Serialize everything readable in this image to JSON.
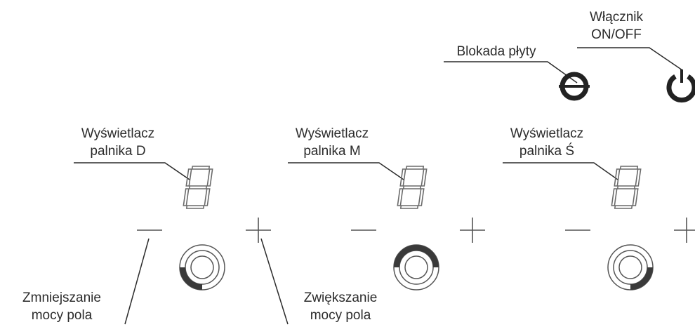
{
  "labels": {
    "power_switch": {
      "line1": "Włącznik",
      "line2": "ON/OFF"
    },
    "lock": {
      "text": "Blokada płyty"
    },
    "display_d": {
      "line1": "Wyświetlacz",
      "line2": "palnika D"
    },
    "display_m": {
      "line1": "Wyświetlacz",
      "line2": "palnika M"
    },
    "display_s": {
      "line1": "Wyświetlacz",
      "line2": "palnika Ś"
    },
    "decrease": {
      "line1": "Zmniejszanie",
      "line2": "mocy pola"
    },
    "increase": {
      "line1": "Zwiększanie",
      "line2": "mocy pola"
    }
  },
  "burners": [
    {
      "id": "D",
      "display_label": "palnika D",
      "indicator_fill": 0.25
    },
    {
      "id": "M",
      "display_label": "palnika M",
      "indicator_fill": 0.5
    },
    {
      "id": "Ś",
      "display_label": "palnika Ś",
      "indicator_fill": 0.25
    }
  ],
  "colors": {
    "ink": "#2b2b2b",
    "symbol": "#555555",
    "segment": "#6a6a6a",
    "fill": "#3a3a3a"
  }
}
